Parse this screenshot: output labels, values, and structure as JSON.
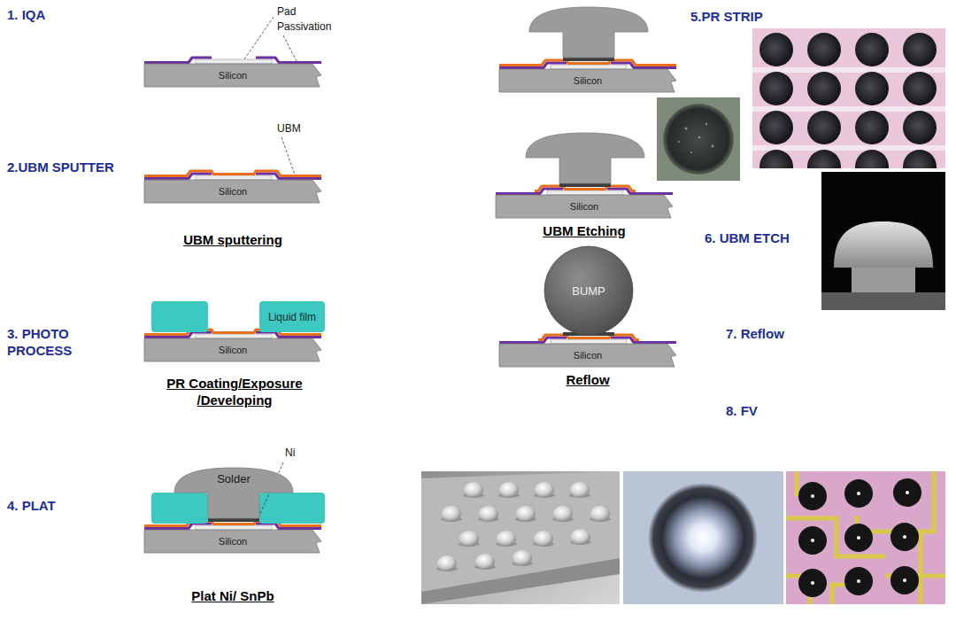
{
  "diagram": {
    "nodes": [
      {
        "text": [
          "Silicon"
        ]
      },
      {
        "text": [
          "Silicon"
        ]
      },
      {
        "text": [
          "Silicon"
        ]
      },
      {
        "text": [
          "Liquid film"
        ]
      },
      {
        "text": [
          "Silicon"
        ]
      },
      {
        "text": [
          "Solder"
        ]
      },
      {
        "text": [
          "Silicon"
        ]
      },
      {
        "text": [
          "Silicon"
        ]
      },
      {
        "text": [
          "BUMP"
        ]
      },
      {
        "text": [
          "Silicon"
        ]
      }
    ],
    "labels": [
      "1. IQA",
      "Pad",
      "Passivation",
      "2.UBM SPUTTER",
      "UBM",
      "UBM sputtering",
      "3. PHOTO PROCESS",
      "PR Coating/Exposure /Developing",
      "4. PLAT",
      "Ni",
      "Plat Ni/ SnPb",
      "5.PR STRIP",
      "UBM Etching",
      "6. UBM ETCH",
      "7. Reflow",
      "Reflow",
      "8. FV"
    ]
  }
}
